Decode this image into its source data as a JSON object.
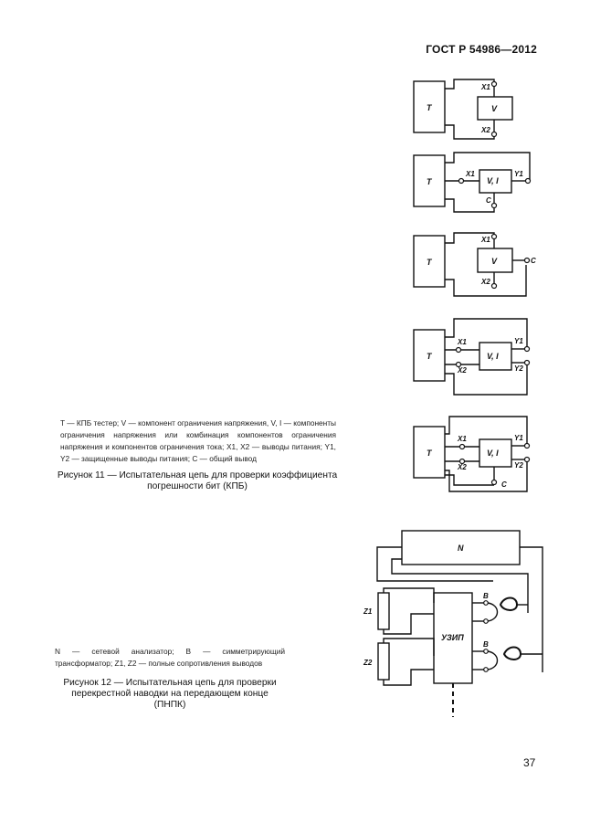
{
  "header": {
    "standard": "ГОСТ Р 54986—2012"
  },
  "page_number": "37",
  "figure11": {
    "legend": "T — КПБ тестер; V — компонент ограничения напряжения, V, I — компоненты ограничения напряжения или комбинация компонентов ограничения напряжения и компонентов ограничения тока; X1, X2 — выводы питания; Y1, Y2 — защищенные выводы питания; C — общий вывод",
    "caption": "Рисунок 11 — Испытательная цепь для проверки коэффициента погрешности бит (КПБ)",
    "labels": {
      "tester": "T",
      "v": "V",
      "vi": "V, I",
      "x1": "X1",
      "x2": "X2",
      "y1": "Y1",
      "y2": "Y2",
      "c": "C"
    }
  },
  "figure12": {
    "legend": "N — сетевой анализатор; B — симметрирующий трансформатор; Z1, Z2 — полные сопротивления выводов",
    "caption": "Рисунок 12 — Испытательная цепь для проверки перекрестной наводки на передающем конце (ПНПК)",
    "labels": {
      "analyzer": "N",
      "device": "УЗИП",
      "z1": "Z1",
      "z2": "Z2",
      "b": "B"
    }
  }
}
